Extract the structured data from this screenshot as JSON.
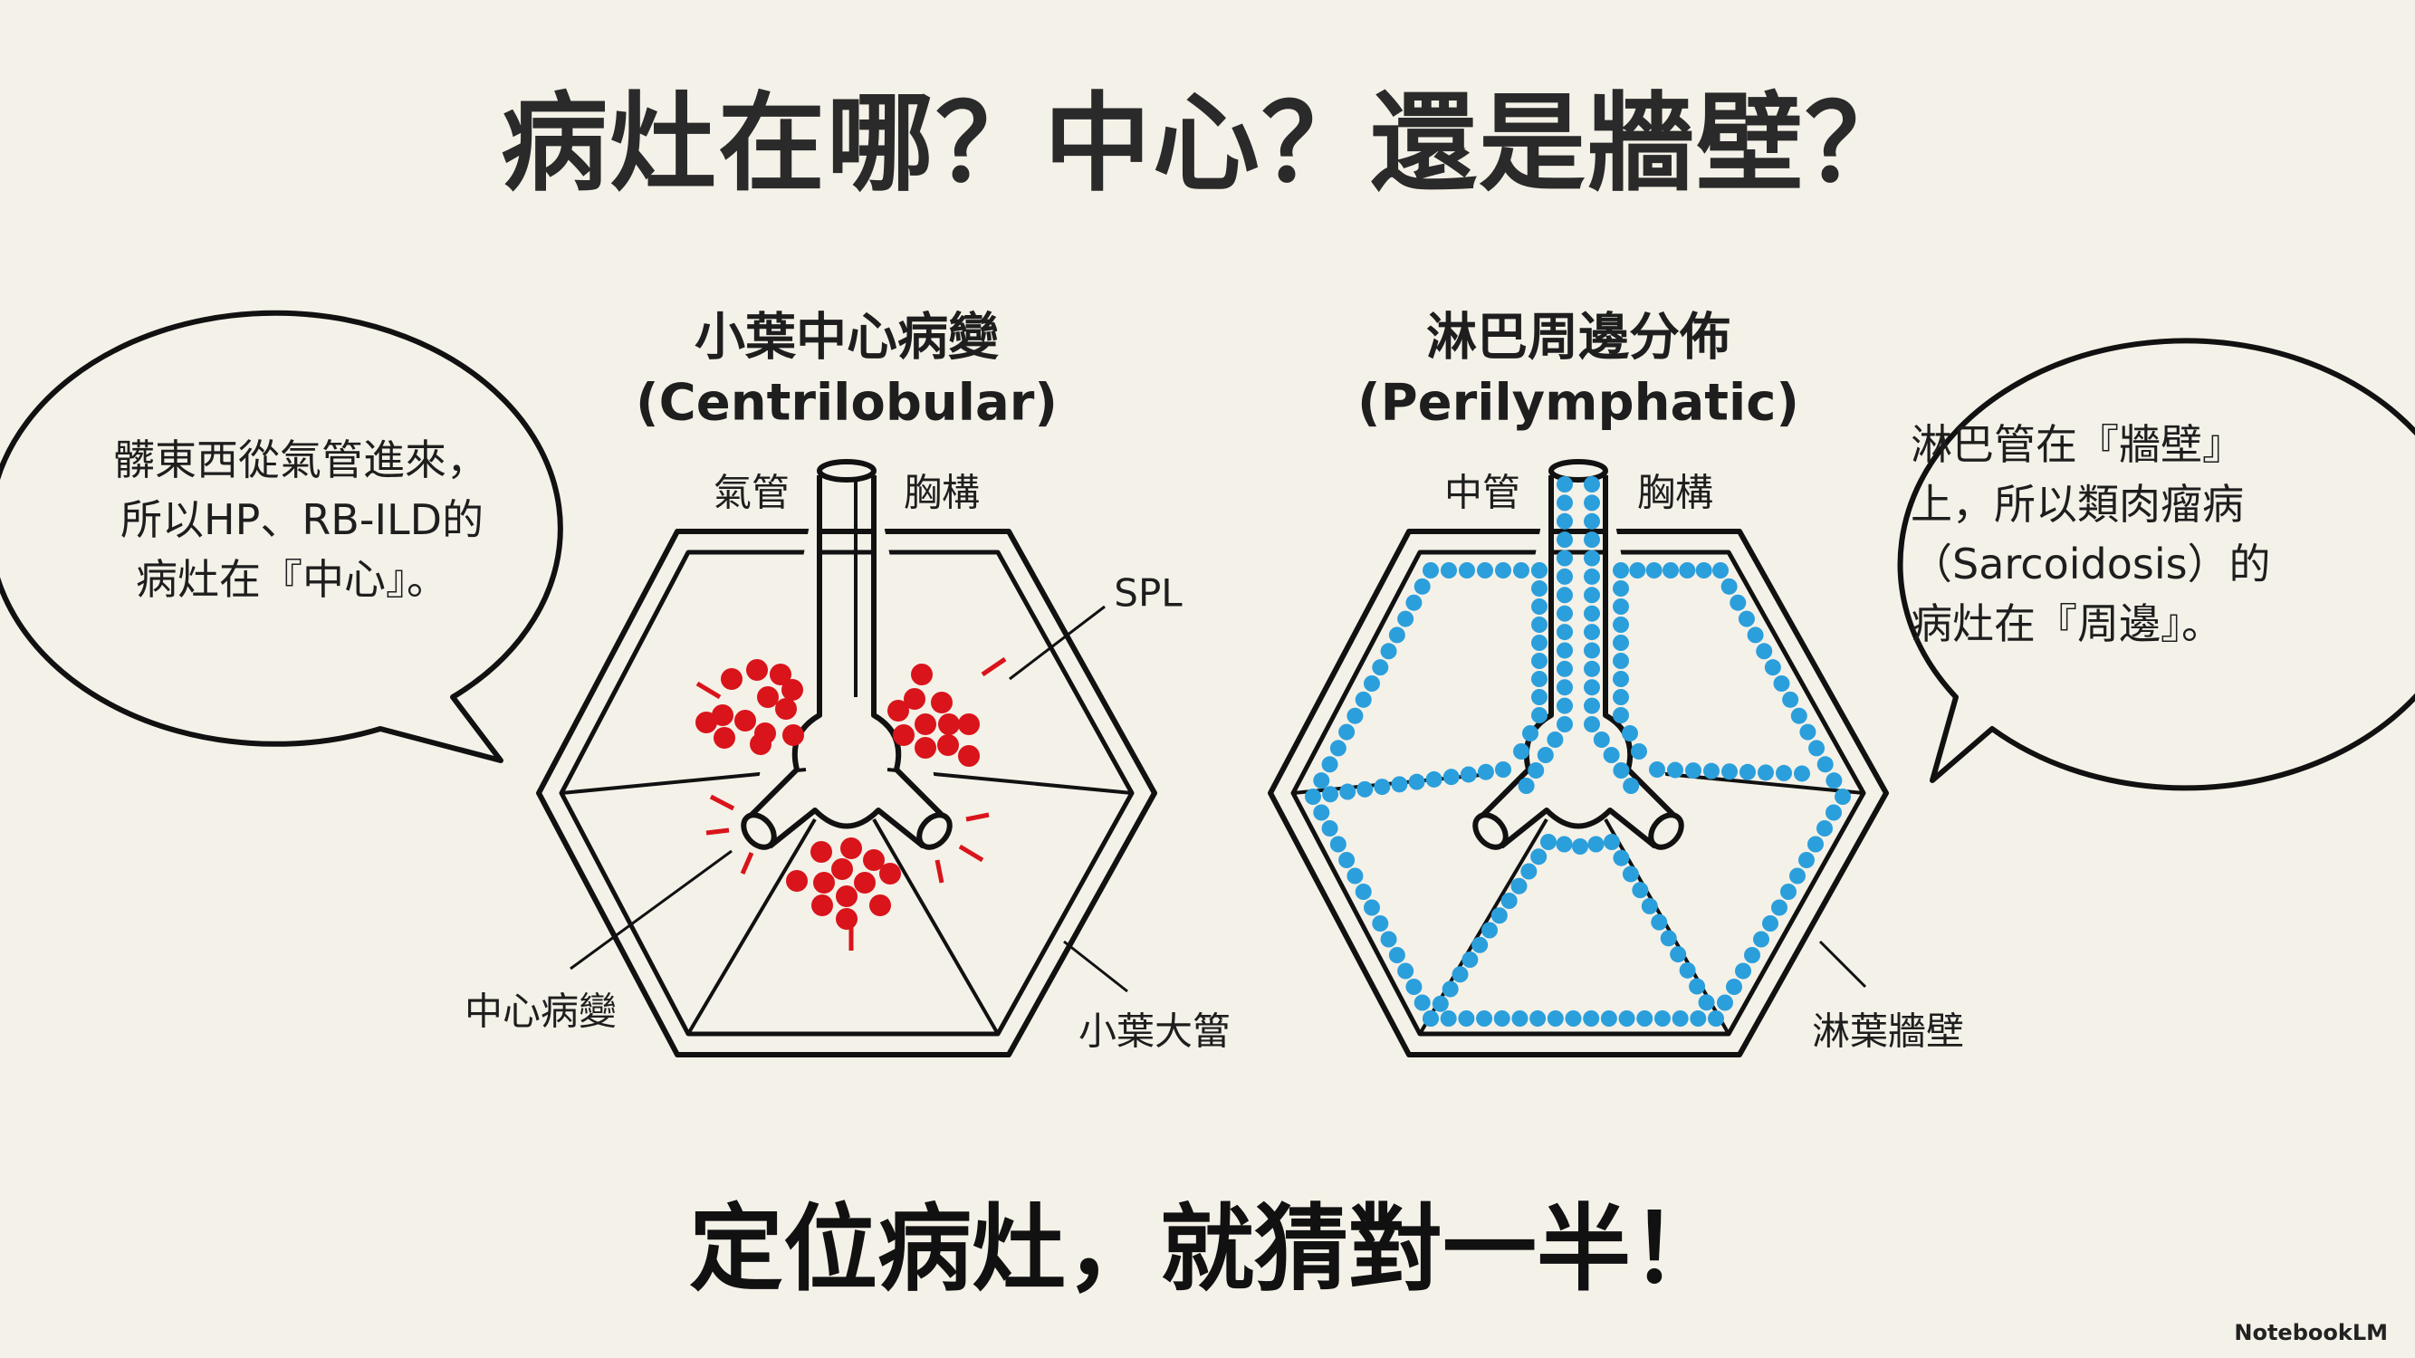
{
  "title": "病灶在哪？中心？還是牆壁？",
  "left_panel": {
    "heading": "小葉中心病變",
    "subheading": "(Centrilobular)",
    "labels": {
      "airway": "氣管",
      "artery": "胸構",
      "spl": "SPL",
      "lesion": "中心病變",
      "septum": "小葉大簹"
    },
    "lesion_color": "#d9141b"
  },
  "right_panel": {
    "heading": "淋巴周邊分佈",
    "subheading": "(Perilymphatic)",
    "labels": {
      "airway": "中管",
      "artery": "胸構",
      "wall": "淋葉牆壁"
    },
    "lymph_color": "#2b9fdc"
  },
  "left_bubble": {
    "lines": [
      "髒東西從氣管進來，",
      "所以HP、RB-ILD的",
      "病灶在『中心』。"
    ]
  },
  "right_bubble": {
    "lines": [
      "淋巴管在『牆壁』",
      "上，所以類肉瘤病",
      "（Sarcoidosis）的",
      "病灶在『周邊』。"
    ]
  },
  "bottom_text": "定位病灶，就猜對一半！",
  "watermark": "NotebookLM"
}
